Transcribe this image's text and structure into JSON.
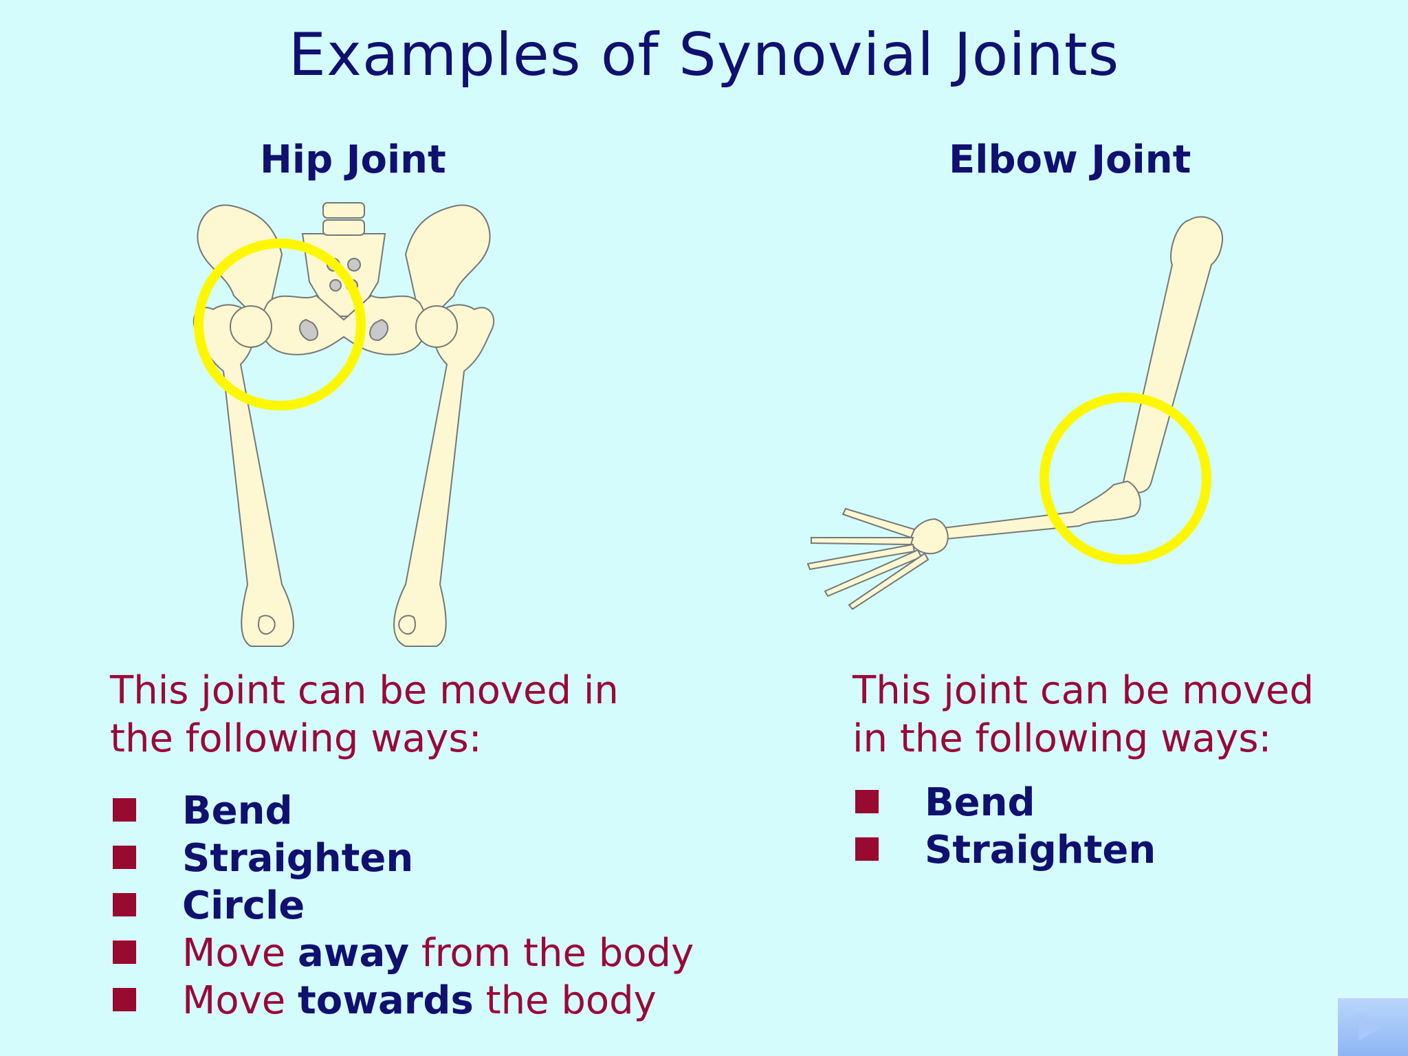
{
  "slide": {
    "title": "Examples of Synovial Joints"
  },
  "hip": {
    "heading": "Hip Joint",
    "intro": "This joint can be moved in the following ways:",
    "moves": [
      {
        "plain": "Bend"
      },
      {
        "plain": "Straighten"
      },
      {
        "plain": "Circle"
      },
      {
        "before": "Move",
        "emph": "away",
        "after": "from the body"
      },
      {
        "before": "Move",
        "emph": "towards",
        "after": "the body"
      }
    ]
  },
  "elbow": {
    "heading": "Elbow Joint",
    "intro": "This joint can be moved in the following ways:",
    "moves": [
      {
        "plain": "Bend"
      },
      {
        "plain": "Straighten"
      }
    ]
  },
  "colors": {
    "background": "#d4fcfc",
    "title": "#101070",
    "body_text": "#9a0838",
    "bullet": "#980a30",
    "bone": "#fdf7d2",
    "highlight_ring": "#fff700"
  },
  "icons": {
    "nav_button": "next-slide-arrow-icon"
  }
}
